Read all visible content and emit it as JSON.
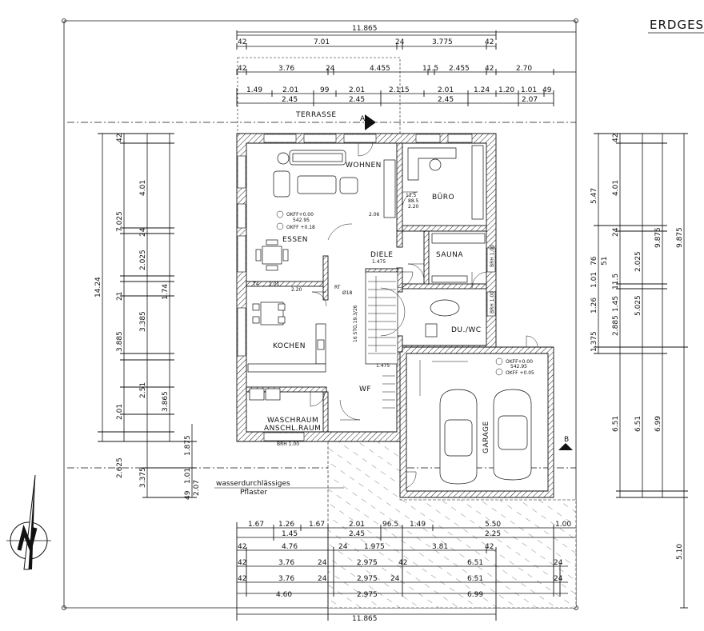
{
  "sheet_title": "ERDGES",
  "overall_dim": "11.865",
  "rooms": {
    "wohnen": "WOHNEN",
    "buero": "BÜRO",
    "essen": "ESSEN",
    "diele": "DIELE",
    "sauna": "SAUNA",
    "kochen": "KOCHEN",
    "duwc": "DU./WC",
    "wf": "WF",
    "waschraum": "WASCHRAUM",
    "anschl": "ANSCHL.RAUM",
    "garage": "GARAGE",
    "terrasse": "TERRASSE"
  },
  "levels": {
    "okff1": "OKFF+0.00",
    "okff1_val": "542.95",
    "okff1_b": "OKFF +0.18",
    "okff2": "OKFF+0.00",
    "okff2_val": "542.95",
    "okff2_b": "OKFF +0.05"
  },
  "paving_label_1": "wasserdurchlässiges",
  "paving_label_2": "Pflaster",
  "section_marks": {
    "a": "A",
    "b": "B"
  },
  "top_dims": {
    "row1": [
      "42",
      "7.01",
      "24",
      "3.775",
      "42"
    ],
    "row2": [
      "42",
      "3.76",
      "24",
      "4.455",
      "11.5",
      "2.455",
      "42",
      "2.70"
    ],
    "row3": [
      "1.49",
      "2.01",
      "99",
      "2.01",
      "2.115",
      "2.01",
      "1.24",
      "1.20",
      "1.01",
      "49"
    ],
    "row4": [
      "2.45",
      "2.45",
      "2.45",
      "2.07"
    ]
  },
  "bottom_dims": {
    "row1": [
      "1.67",
      "1.26",
      "1.67",
      "2.01",
      "96.5",
      "1.49",
      "5.50",
      "1.00"
    ],
    "row2": [
      "1.45",
      "2.45",
      "2.25"
    ],
    "row3": [
      "42",
      "4.76",
      "24",
      "1.975",
      "3.81",
      "42"
    ],
    "row4": [
      "42",
      "3.76",
      "24",
      "2.975",
      "42",
      "6.51",
      "24"
    ],
    "row5": [
      "42",
      "3.76",
      "24",
      "2.975",
      "24",
      "6.51",
      "24"
    ],
    "row6": [
      "4.60",
      "2.975",
      "6.99"
    ]
  },
  "left_dims": [
    "14.24",
    "7.025",
    "4.01",
    "2.025",
    "1.74",
    "3.385",
    "3.885",
    "2.51",
    "2.01",
    "2.625",
    "3.375",
    "3.865",
    "1.875",
    "1.01",
    "2.07",
    "49",
    "42",
    "24",
    "21"
  ],
  "right_dims": [
    "5.47",
    "4.01",
    "9.875",
    "9.875",
    "2.025",
    "5.025",
    "1.45",
    "2.885",
    "1.375",
    "1.26",
    "1.01",
    "76",
    "51",
    "11.5",
    "6.51",
    "6.51",
    "6.99",
    "5.10",
    "42",
    "24"
  ],
  "small_labels": [
    "12.5",
    "88.5",
    "2.20",
    "2.06",
    "1.01",
    "2.20",
    "1.475",
    "1.475",
    "T4",
    "RT",
    "BRH 1.00",
    "BRH 1.00",
    "BRH 1.00",
    "16 STG.19.3/26",
    "Ø18"
  ]
}
